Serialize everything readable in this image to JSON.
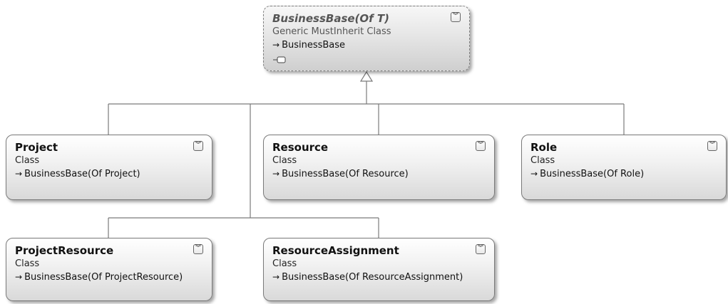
{
  "arrow_glyph": "→",
  "base_class": {
    "name": "BusinessBase(Of T)",
    "kind": "Generic MustInherit Class",
    "inherits": "BusinessBase",
    "implements_icon": "interface-lollipop-icon",
    "toggle_icon": "double-chevron-down-icon"
  },
  "classes": {
    "project": {
      "name": "Project",
      "kind": "Class",
      "inherits": "BusinessBase(Of Project)"
    },
    "resource": {
      "name": "Resource",
      "kind": "Class",
      "inherits": "BusinessBase(Of Resource)"
    },
    "role": {
      "name": "Role",
      "kind": "Class",
      "inherits": "BusinessBase(Of Role)"
    },
    "project_resource": {
      "name": "ProjectResource",
      "kind": "Class",
      "inherits": "BusinessBase(Of ProjectResource)"
    },
    "resource_assignment": {
      "name": "ResourceAssignment",
      "kind": "Class",
      "inherits": "BusinessBase(Of ResourceAssignment)"
    }
  },
  "colors": {
    "connector": "#7a7a7a",
    "box_border": "#7a7a7a"
  }
}
